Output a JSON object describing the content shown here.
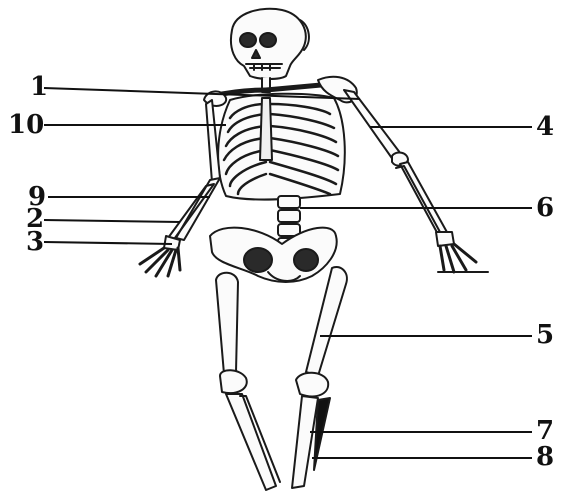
{
  "labels": {
    "l1": "1",
    "l10": "10",
    "l9": "9",
    "l2": "2",
    "l3": "3",
    "l4": "4",
    "l6": "6",
    "l5": "5",
    "l7": "7",
    "l8": "8"
  },
  "colors": {
    "ink": "#1a1a1a",
    "bone": "#fbfbfb",
    "shade": "#3a3a3a"
  }
}
